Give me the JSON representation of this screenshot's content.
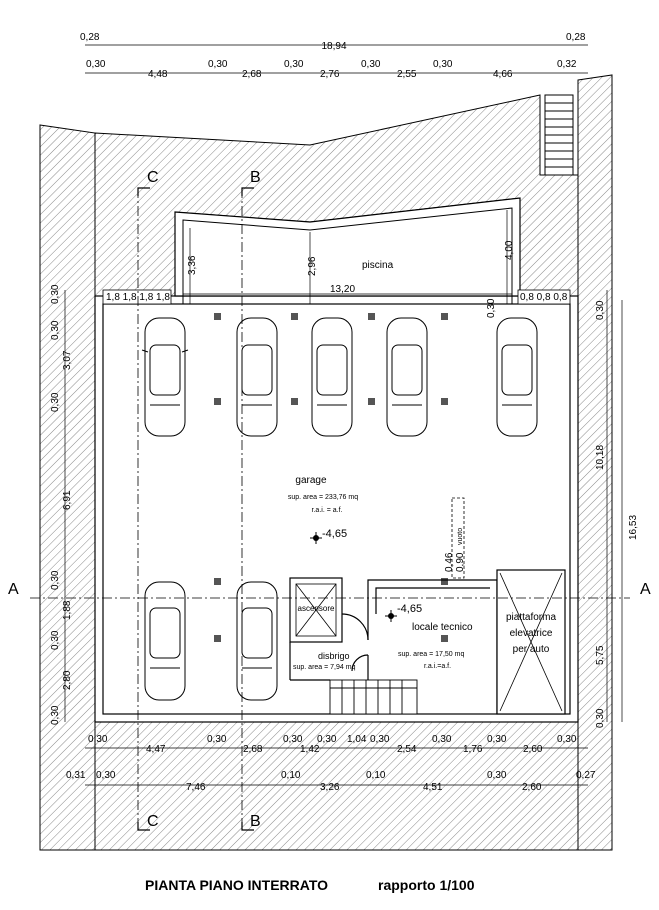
{
  "title": "PIANTA PIANO INTERRATO",
  "scale": "rapporto 1/100",
  "section_markers": {
    "a": "A",
    "b": "B",
    "c": "C"
  },
  "rooms": {
    "piscina": {
      "name": "piscina"
    },
    "garage": {
      "name": "garage",
      "area": "sup. area = 233,76 mq",
      "rai": "r.a.i. = a.f.",
      "level": "-4,65"
    },
    "ascensore": {
      "name": "ascensore"
    },
    "disbrigo": {
      "name": "disbrigo",
      "area": "sup. area = 7,94 mq"
    },
    "locale_tecnico": {
      "name": "locale tecnico",
      "area": "sup. area = 17,50 mq",
      "rai": "r.a.i.=a.f.",
      "level": "-4,65"
    },
    "piattaforma": {
      "line1": "piattaforma",
      "line2": "elevatrice",
      "line3": "per auto"
    },
    "vuoto": {
      "name": "vuoto"
    }
  },
  "dimensions": {
    "top_overall": [
      "0,28",
      "18,94",
      "0,28"
    ],
    "top_partial": [
      "0,30",
      "4,48",
      "0,30",
      "2,68",
      "0,30",
      "2,76",
      "0,30",
      "2,55",
      "0,30",
      "4,66",
      "0,32"
    ],
    "pool": [
      "3,36",
      "2,96",
      "13,20",
      "4,00",
      "0,30"
    ],
    "left_vertical": [
      "0,30",
      "0,30",
      "3,07",
      "0,30",
      "6,91",
      "0,30",
      "1,88",
      "0,30",
      "2,80",
      "0,30"
    ],
    "right_vertical": [
      "0,30",
      "10,18",
      "16,53",
      "5,75",
      "0,30"
    ],
    "bottom_row1": [
      "0,30",
      "4,47",
      "0,30",
      "2,68",
      "0,30",
      "1,42",
      "0,30",
      "1,04",
      "0,30",
      "2,54",
      "0,30",
      "1,76",
      "0,30",
      "2,60",
      "0,30"
    ],
    "bottom_row2": [
      "0,31",
      "0,30",
      "7,46",
      "0,10",
      "3,26",
      "0,10",
      "4,51",
      "0,30",
      "2,60",
      "0,27"
    ],
    "tech_small": [
      "0,46",
      "0,90"
    ]
  },
  "colors": {
    "line": "#000000",
    "hatch": "#555555",
    "background": "#ffffff"
  }
}
